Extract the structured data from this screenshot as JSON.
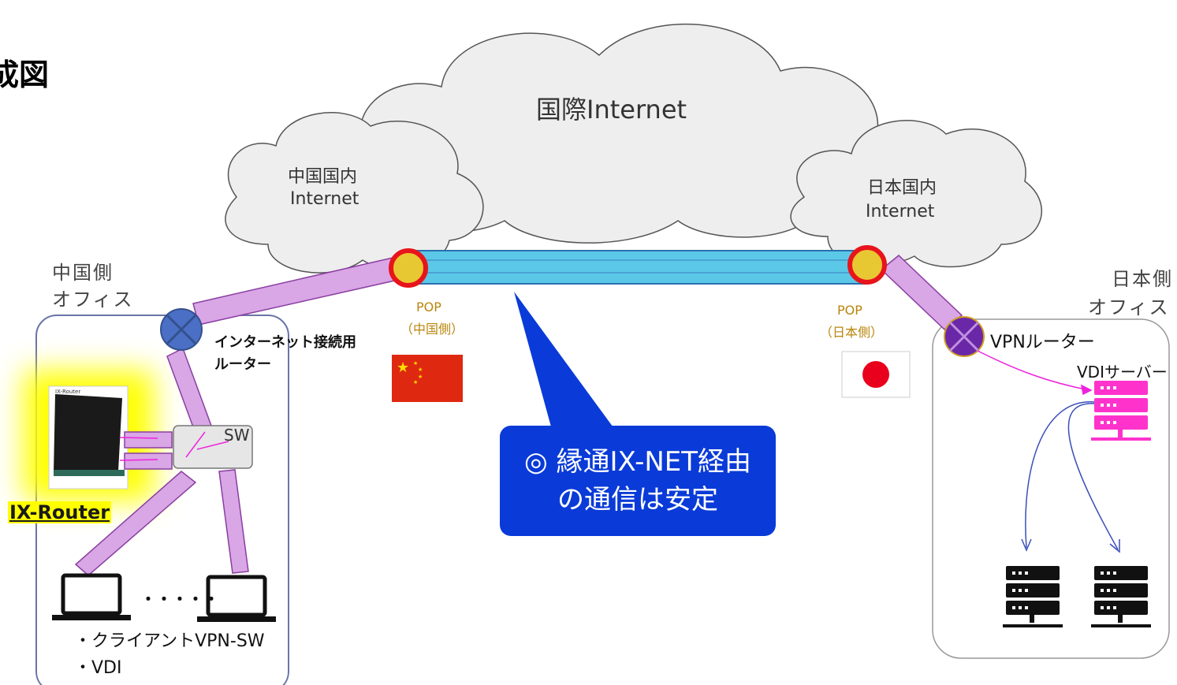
{
  "title": "成図",
  "cloud": {
    "intl": "国際Internet",
    "china_1": "中国国内",
    "china_2": "Internet",
    "japan_1": "日本国内",
    "japan_2": "Internet"
  },
  "pop": {
    "china_1": "POP",
    "china_2": "（中国側）",
    "japan_1": "POP",
    "japan_2": "（日本側）"
  },
  "china_office": {
    "line1": "中国側",
    "line2": "オフィス"
  },
  "japan_office": {
    "line1": "日本側",
    "line2": "オフィス"
  },
  "internet_router": {
    "line1": "インターネット接続用",
    "line2": "ルーター"
  },
  "sw_label": "SW",
  "ix_router_label": "IX-Router",
  "ix_router_device_text": "IX-Router",
  "dots": "・・・・・",
  "clients": {
    "item1": "・クライアントVPN-SW",
    "item2": "・VDI"
  },
  "callout": {
    "line1": "◎ 縁通IX-NET経由",
    "line2": "の通信は安定"
  },
  "vpn_router": "VPNルーター",
  "vdi_server": "VDIサーバー",
  "colors": {
    "tunnel": "#5bc8e8",
    "pipe": "#d9a6e6",
    "pop_ring": "#e8141c",
    "pop_fill": "#e8c832",
    "callout": "#0a3bd8",
    "server_highlight": "#ff33cc",
    "china_flag": "#de2910",
    "japan_flag": "#bc002d",
    "ix_highlight": "#ffff00"
  }
}
